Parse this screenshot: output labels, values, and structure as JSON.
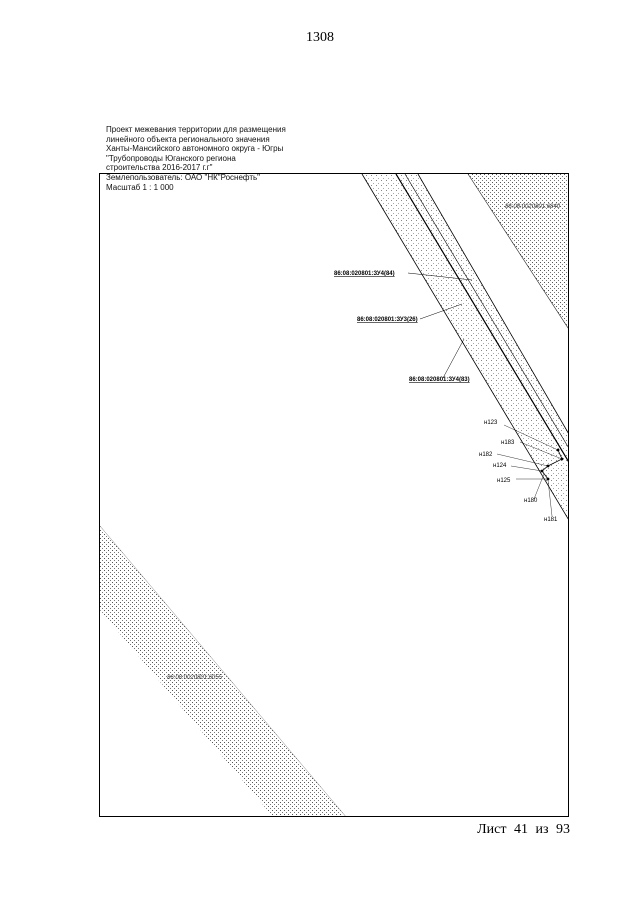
{
  "page_number": "1308",
  "legend": {
    "lines": [
      "Проект межевания территории для размещения",
      "линейного объекта регионального значения",
      "Ханты-Мансийского автономного округа - Югры",
      "\"Трубопроводы Юганского региона",
      "строительства 2016-2017 г.г\"",
      "Землепользователь: ОАО \"НК\"Роснефть\"",
      "Масштаб 1 : 1 000"
    ]
  },
  "map": {
    "parcels": {
      "zu4_84": "86:08:020801:ЗУ4(84)",
      "zu3_26": "86:08:020801:ЗУ3(26)",
      "zu4_83": "86:08:020801:ЗУ4(83)"
    },
    "existing_plots": {
      "top_right": "86:08:0020801:6840",
      "bottom_left": "86:08:0020801:6055"
    },
    "points": [
      "н123",
      "н183",
      "н182",
      "н124",
      "н125",
      "н180",
      "н181"
    ]
  },
  "sheet": {
    "word": "Лист",
    "current": "41",
    "of": "из",
    "total": "93"
  }
}
